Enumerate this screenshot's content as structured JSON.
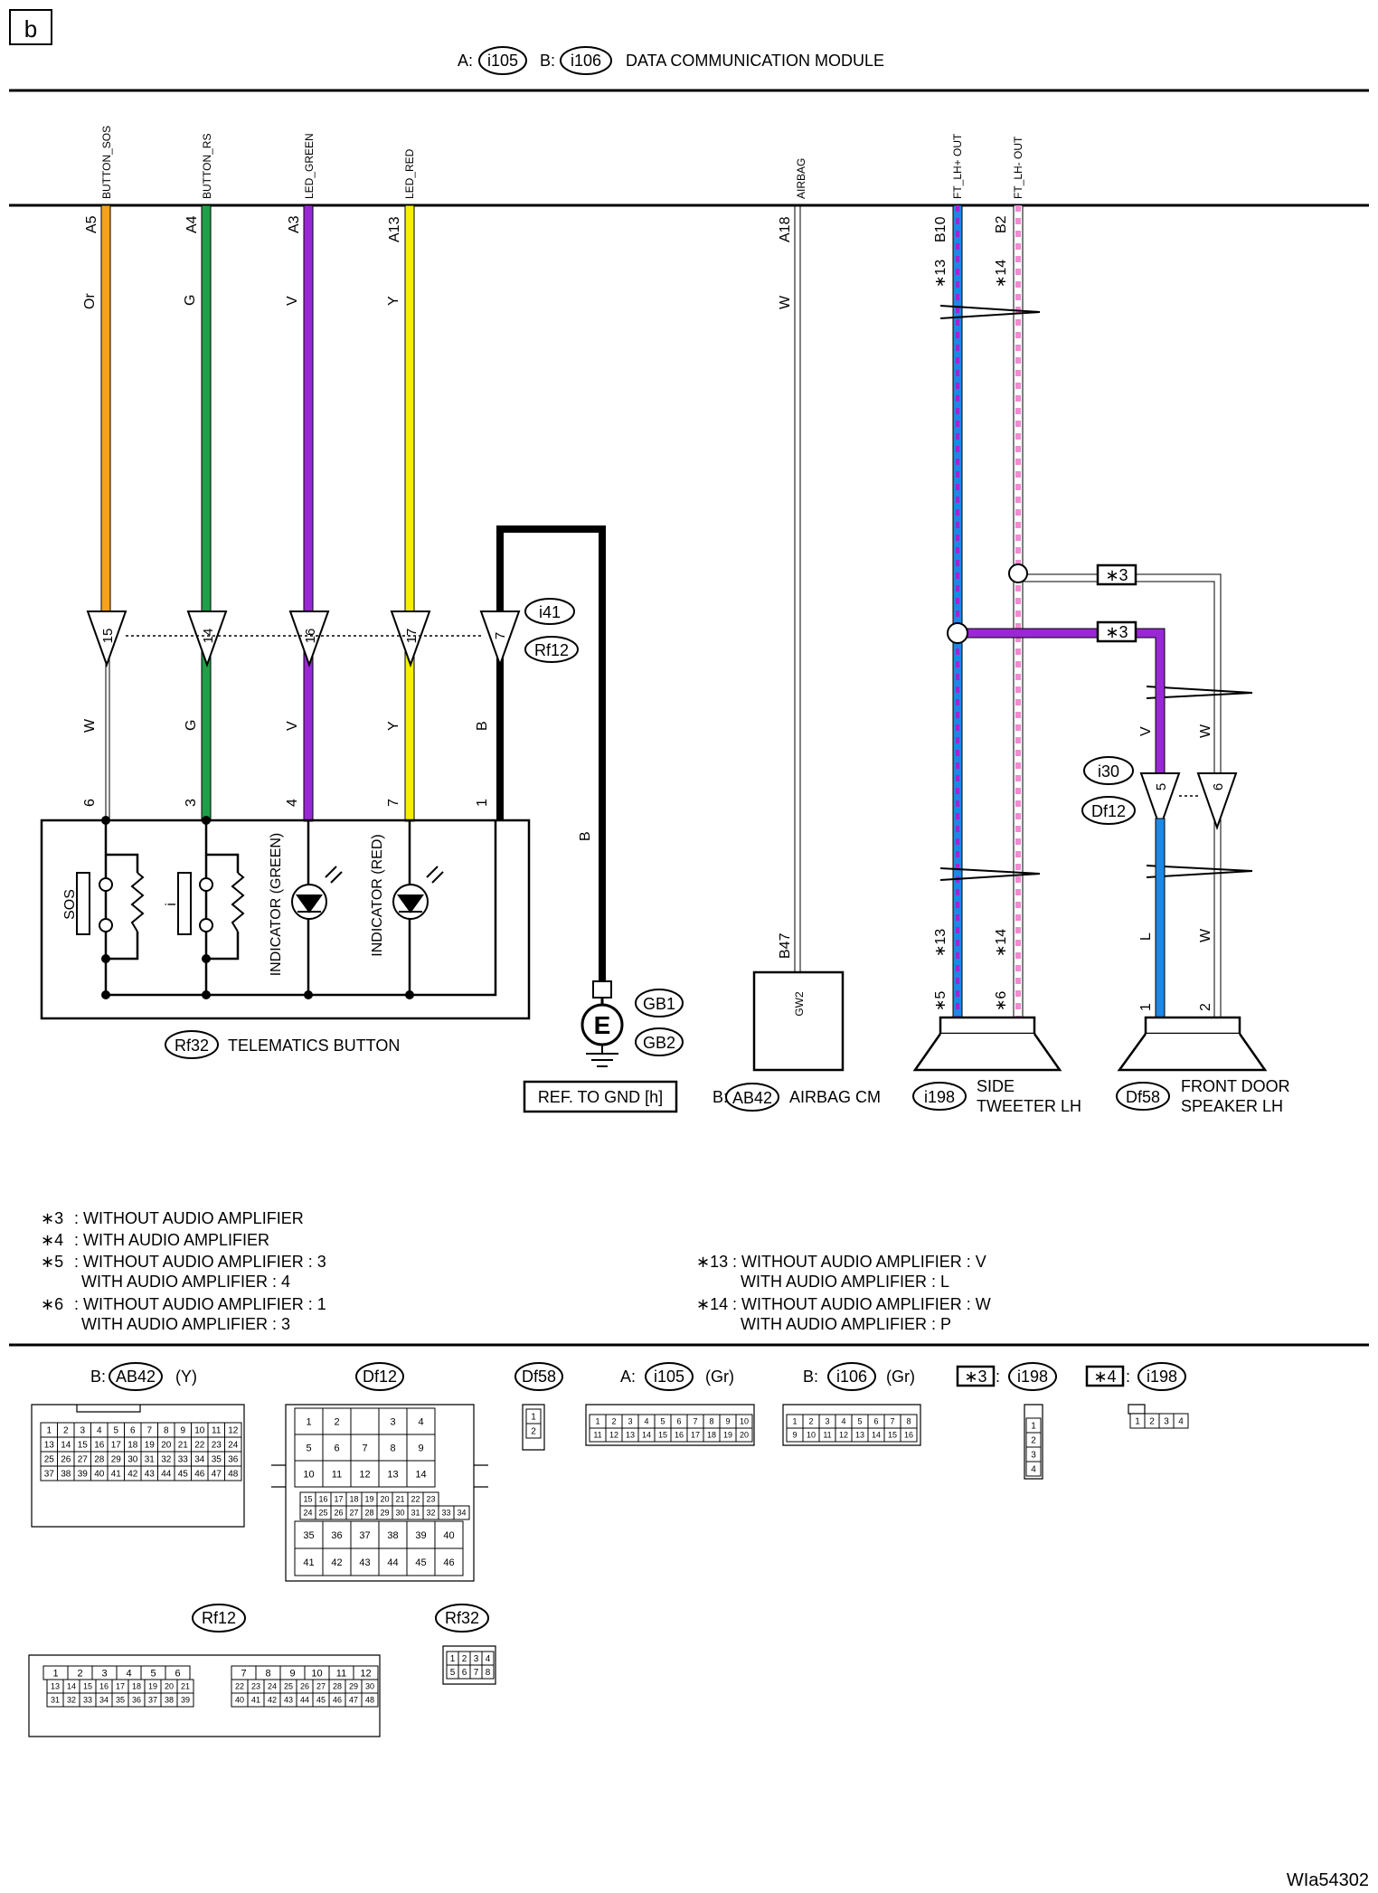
{
  "page_label": "b",
  "diagram_id": "WIa54302",
  "module": {
    "prefix_a": "A:",
    "conn_a": "i105",
    "prefix_b": "B:",
    "conn_b": "i106",
    "title": "DATA COMMUNICATION MODULE"
  },
  "signals": {
    "button_sos": "BUTTON_SOS",
    "button_rs": "BUTTON_RS",
    "led_green": "LED_GREEN",
    "led_red": "LED_RED",
    "airbag": "AIRBAG",
    "ft_lh_pos": "FT_LH+ OUT",
    "ft_lh_neg": "FT_LH- OUT"
  },
  "pins": {
    "a5": "A5",
    "a4": "A4",
    "a3": "A3",
    "a13": "A13",
    "a18": "A18",
    "b10": "B10",
    "b2": "B2",
    "b47": "B47",
    "gw2": "GW2"
  },
  "wire_colors": {
    "or": "Or",
    "g": "G",
    "v": "V",
    "y": "Y",
    "w": "W",
    "b": "B",
    "l": "L"
  },
  "colors": {
    "orange": "#F7A21B",
    "green": "#1FA048",
    "violet": "#9A27D4",
    "yellow": "#F4F000",
    "blue": "#1E88E5",
    "pink": "#F28BD1",
    "black": "#000000"
  },
  "connector_pins": {
    "p15": "15",
    "p14": "14",
    "p16": "16",
    "p17": "17",
    "p7": "7",
    "p6": "6",
    "p3": "3",
    "p4": "4",
    "p1": "1",
    "p5": "5",
    "p2": "2"
  },
  "notes_marks": {
    "n3": "∗3",
    "n4": "∗4",
    "n5": "∗5",
    "n6": "∗6",
    "n13": "∗13",
    "n14": "∗14"
  },
  "connectors": {
    "i41": "i41",
    "rf12": "Rf12",
    "i30": "i30",
    "df12": "Df12",
    "gb1": "GB1",
    "gb2": "GB2",
    "ab42": "AB42",
    "i198": "i198",
    "df58": "Df58",
    "rf32": "Rf32"
  },
  "components": {
    "telematics": "TELEMATICS BUTTON",
    "sos": "SOS",
    "info": "i",
    "ind_green": "INDICATOR (GREEN)",
    "ind_red": "INDICATOR (RED)",
    "ground_ref": "REF. TO GND [h]",
    "ground_symbol": "E",
    "airbag_prefix": "B:",
    "airbag": "AIRBAG CM",
    "tweeter_1": "SIDE",
    "tweeter_2": "TWEETER LH",
    "speaker_1": "FRONT DOOR",
    "speaker_2": "SPEAKER LH"
  },
  "notes": [
    {
      "mark": "∗3",
      "line1": ": WITHOUT AUDIO AMPLIFIER",
      "line2": ""
    },
    {
      "mark": "∗4",
      "line1": ": WITH AUDIO AMPLIFIER",
      "line2": ""
    },
    {
      "mark": "∗5",
      "line1": ": WITHOUT AUDIO AMPLIFIER  : 3",
      "line2": "WITH AUDIO AMPLIFIER  : 4"
    },
    {
      "mark": "∗6",
      "line1": ": WITHOUT AUDIO AMPLIFIER  : 1",
      "line2": "WITH AUDIO AMPLIFIER  : 3"
    },
    {
      "mark": "∗13",
      "line1": ": WITHOUT AUDIO AMPLIFIER  : V",
      "line2": "WITH AUDIO AMPLIFIER  : L"
    },
    {
      "mark": "∗14",
      "line1": ": WITHOUT AUDIO AMPLIFIER  : W",
      "line2": "WITH AUDIO AMPLIFIER  : P"
    }
  ],
  "connector_views": {
    "ab42": {
      "prefix": "B:",
      "name": "AB42",
      "color": "(Y)"
    },
    "df12": {
      "name": "Df12"
    },
    "df58": {
      "name": "Df58"
    },
    "i105": {
      "prefix": "A:",
      "name": "i105",
      "color": "(Gr)"
    },
    "i106": {
      "prefix": "B:",
      "name": "i106",
      "color": "(Gr)"
    },
    "i198_3": {
      "mark": "∗3",
      "sep": ":",
      "name": "i198"
    },
    "i198_4": {
      "mark": "∗4",
      "sep": ":",
      "name": "i198"
    },
    "rf12": {
      "name": "Rf12"
    },
    "rf32": {
      "name": "Rf32"
    }
  },
  "grids": {
    "ab42": [
      [
        "1",
        "2",
        "3",
        "4",
        "5",
        "6",
        "7",
        "8",
        "9",
        "10",
        "11",
        "12"
      ],
      [
        "13",
        "14",
        "15",
        "16",
        "17",
        "18",
        "19",
        "20",
        "21",
        "22",
        "23",
        "24"
      ],
      [
        "25",
        "26",
        "27",
        "28",
        "29",
        "30",
        "31",
        "32",
        "33",
        "34",
        "35",
        "36"
      ],
      [
        "37",
        "38",
        "39",
        "40",
        "41",
        "42",
        "43",
        "44",
        "45",
        "46",
        "47",
        "48"
      ]
    ],
    "df12_top": [
      [
        "1",
        "2",
        "",
        "3",
        "4"
      ],
      [
        "5",
        "6",
        "7",
        "8",
        "9"
      ],
      [
        "10",
        "11",
        "12",
        "13",
        "14"
      ]
    ],
    "df12_mid": [
      [
        "15",
        "16",
        "17",
        "18",
        "19",
        "20",
        "21",
        "22",
        "23"
      ],
      [
        "24",
        "25",
        "26",
        "27",
        "28",
        "29",
        "30",
        "31",
        "32",
        "33",
        "34"
      ]
    ],
    "df12_bot": [
      [
        "35",
        "36",
        "37",
        "38",
        "39",
        "40"
      ],
      [
        "41",
        "42",
        "43",
        "44",
        "45",
        "46"
      ]
    ],
    "df58": [
      "1",
      "2"
    ],
    "i105": [
      [
        "1",
        "2",
        "3",
        "4",
        "5",
        "6",
        "7",
        "8",
        "9",
        "10"
      ],
      [
        "11",
        "12",
        "13",
        "14",
        "15",
        "16",
        "17",
        "18",
        "19",
        "20"
      ]
    ],
    "i106": [
      [
        "1",
        "2",
        "3",
        "4",
        "5",
        "6",
        "7",
        "8"
      ],
      [
        "9",
        "10",
        "11",
        "12",
        "13",
        "14",
        "15",
        "16"
      ]
    ],
    "i198_3": [
      "1",
      "2",
      "3",
      "4"
    ],
    "i198_4": [
      "1",
      "2",
      "3",
      "4"
    ],
    "rf12_left": [
      [
        "1",
        "2",
        "3",
        "4",
        "5",
        "6"
      ],
      [
        "13",
        "14",
        "15",
        "16",
        "17",
        "18",
        "19",
        "20",
        "21"
      ],
      [
        "31",
        "32",
        "33",
        "34",
        "35",
        "36",
        "37",
        "38",
        "39"
      ]
    ],
    "rf12_right": [
      [
        "7",
        "8",
        "9",
        "10",
        "11",
        "12"
      ],
      [
        "22",
        "23",
        "24",
        "25",
        "26",
        "27",
        "28",
        "29",
        "30"
      ],
      [
        "40",
        "41",
        "42",
        "43",
        "44",
        "45",
        "46",
        "47",
        "48"
      ]
    ],
    "rf32": [
      [
        "1",
        "2",
        "3",
        "4"
      ],
      [
        "5",
        "6",
        "7",
        "8"
      ]
    ]
  }
}
